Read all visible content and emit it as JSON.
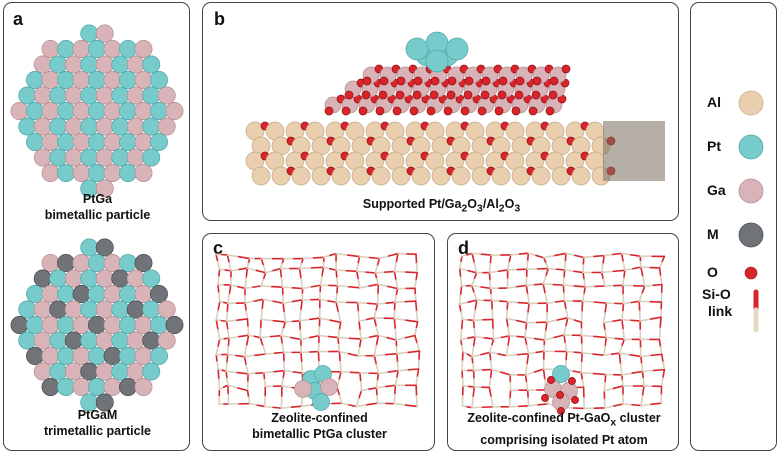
{
  "panels": {
    "a": {
      "label": "a",
      "caption1_line1": "PtGa",
      "caption1_line2": "bimetallic particle",
      "caption2_line1": "PtGaM",
      "caption2_line2": "trimetallic particle"
    },
    "b": {
      "label": "b",
      "caption_prefix": "Supported Pt/Ga",
      "sub1": "2",
      "mid1": "O",
      "sub2": "3",
      "mid2": "/Al",
      "sub3": "2",
      "mid3": "O",
      "sub4": "3"
    },
    "c": {
      "label": "c",
      "caption_line1": "Zeolite-confined",
      "caption_line2": "bimetallic PtGa cluster"
    },
    "d": {
      "label": "d",
      "caption_line1_prefix": "Zeolite-confined Pt-GaO",
      "caption_line1_sub": "x",
      "caption_line1_suffix": " cluster",
      "caption_line2": "comprising isolated Pt atom"
    }
  },
  "legend": {
    "items": [
      {
        "label": "Al",
        "color": "#e9cfae"
      },
      {
        "label": "Pt",
        "color": "#78cbcb"
      },
      {
        "label": "Ga",
        "color": "#d8b4b8"
      },
      {
        "label": "M",
        "color": "#707378"
      },
      {
        "label": "O",
        "color": "#d8242a"
      }
    ],
    "link_line1": "Si-O",
    "link_line2": "link"
  }
}
